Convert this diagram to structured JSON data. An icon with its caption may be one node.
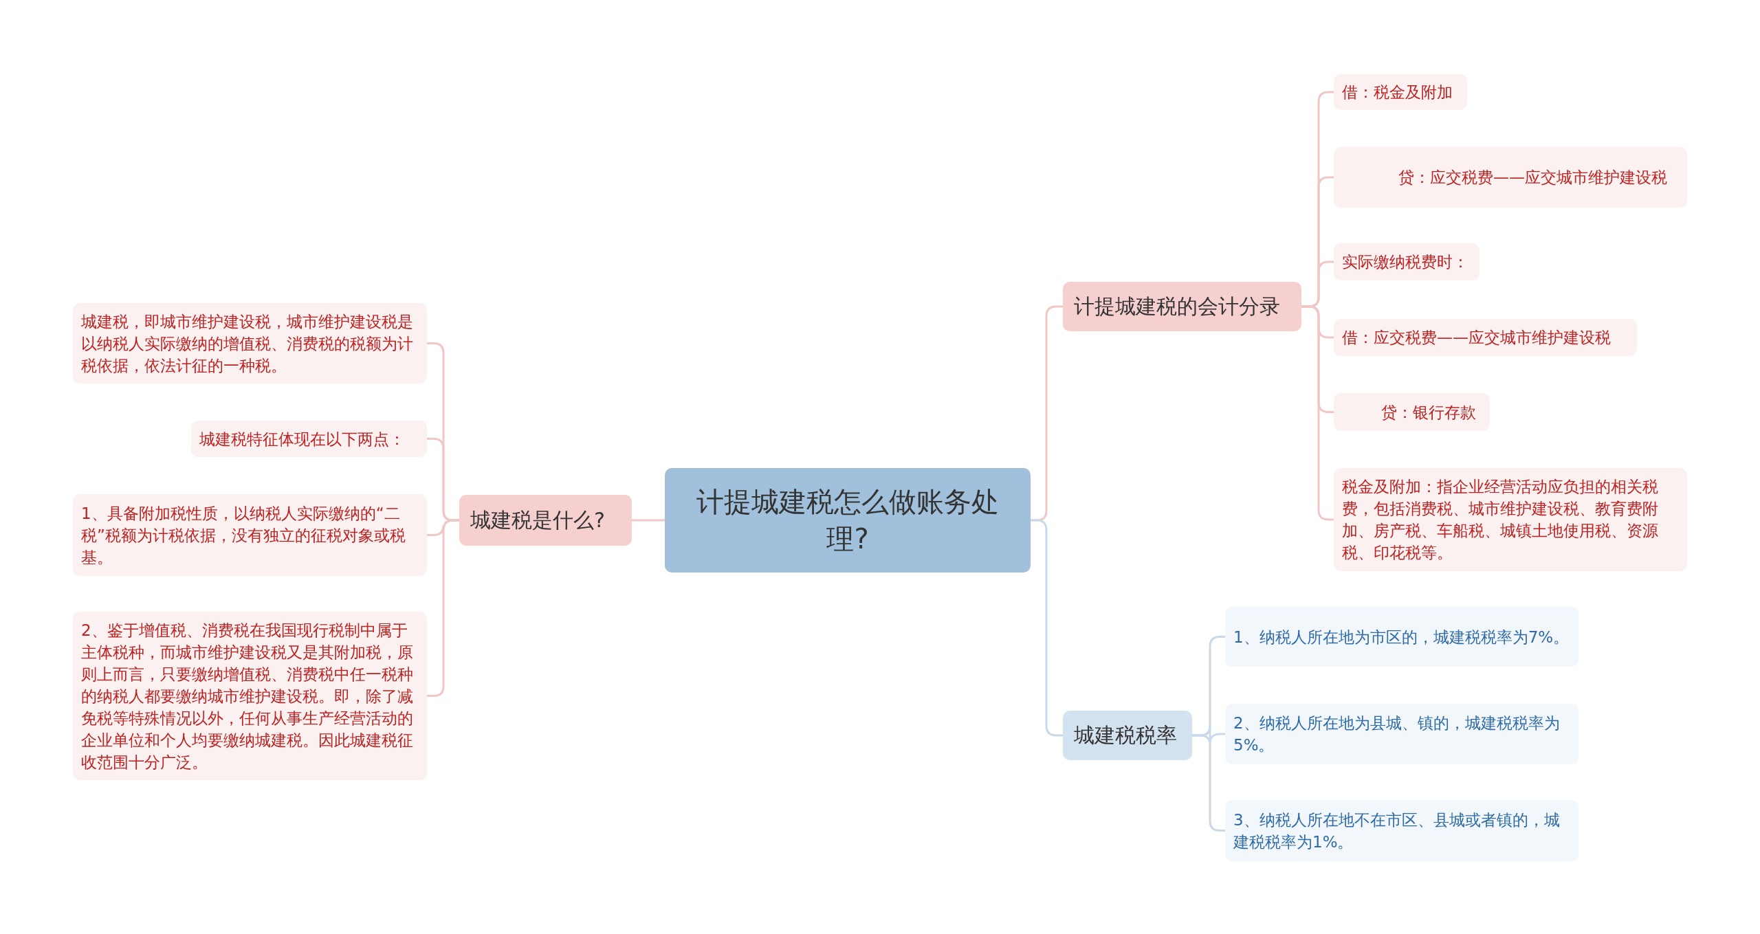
{
  "diagram": {
    "nodes": [
      {
        "text": [
          "计提城建税怎么做账务处理?"
        ]
      },
      {
        "text": [
          "城建税是什么?"
        ]
      },
      {
        "text": [
          "城建税，即城市维护建设税，城市维护建设税是以纳税人实际缴纳的增值税、消费税的税额为计税依据，依法计征的一种税。"
        ]
      },
      {
        "text": [
          "城建税特征体现在以下两点："
        ]
      },
      {
        "text": [
          "1、具备附加税性质，以纳税人实际缴纳的“二税”税额为计税依据，没有独立的征税对象或税基。"
        ]
      },
      {
        "text": [
          "2、鉴于增值税、消费税在我国现行税制中属于主体税种，而城市维护建设税又是其附加税，原则上而言，只要缴纳增值税、消费税中任一税种的纳税人都要缴纳城市维护建设税。即，除了减免税等特殊情况以外，任何从事生产经营活动的企业单位和个人均要缴纳城建税。因此城建税征收范围十分广泛。"
        ]
      },
      {
        "text": [
          "计提城建税的会计分录"
        ]
      },
      {
        "text": [
          "借：税金及附加"
        ]
      },
      {
        "text": [
          "贷：应交税费——应交城市维护建设税"
        ]
      },
      {
        "text": [
          "实际缴纳税费时："
        ]
      },
      {
        "text": [
          "借：应交税费——应交城市维护建设税"
        ]
      },
      {
        "text": [
          "贷：银行存款"
        ]
      },
      {
        "text": [
          "税金及附加：指企业经营活动应负担的相关税费，包括消费税、城市维护建设税、教育费附加、房产税、车船税、城镇土地使用税、资源税、印花税等。"
        ]
      },
      {
        "text": [
          "城建税税率"
        ]
      },
      {
        "text": [
          "1、纳税人所在地为市区的，城建税税率为7%。"
        ]
      },
      {
        "text": [
          "2、纳税人所在地为县城、镇的，城建税税率为5%。"
        ]
      },
      {
        "text": [
          "3、纳税人所在地不在市区、县城或者镇的，城建税税率为1%。"
        ]
      }
    ],
    "edges": [
      {
        "from": 0,
        "to": 1,
        "arrow": "none"
      },
      {
        "from": 1,
        "to": 2,
        "arrow": "none"
      },
      {
        "from": 1,
        "to": 3,
        "arrow": "none"
      },
      {
        "from": 1,
        "to": 4,
        "arrow": "none"
      },
      {
        "from": 1,
        "to": 5,
        "arrow": "none"
      },
      {
        "from": 0,
        "to": 6,
        "arrow": "none"
      },
      {
        "from": 6,
        "to": 7,
        "arrow": "none"
      },
      {
        "from": 6,
        "to": 8,
        "arrow": "none"
      },
      {
        "from": 6,
        "to": 9,
        "arrow": "none"
      },
      {
        "from": 6,
        "to": 10,
        "arrow": "none"
      },
      {
        "from": 6,
        "to": 11,
        "arrow": "none"
      },
      {
        "from": 6,
        "to": 12,
        "arrow": "none"
      },
      {
        "from": 0,
        "to": 13,
        "arrow": "none",
        "color": "#c9d9e9"
      },
      {
        "from": 13,
        "to": 14,
        "arrow": "none",
        "color": "#c9d9e9"
      },
      {
        "from": 13,
        "to": 15,
        "arrow": "none",
        "color": "#c9d9e9"
      },
      {
        "from": 13,
        "to": 16,
        "arrow": "none",
        "color": "#c9d9e9"
      }
    ]
  }
}
